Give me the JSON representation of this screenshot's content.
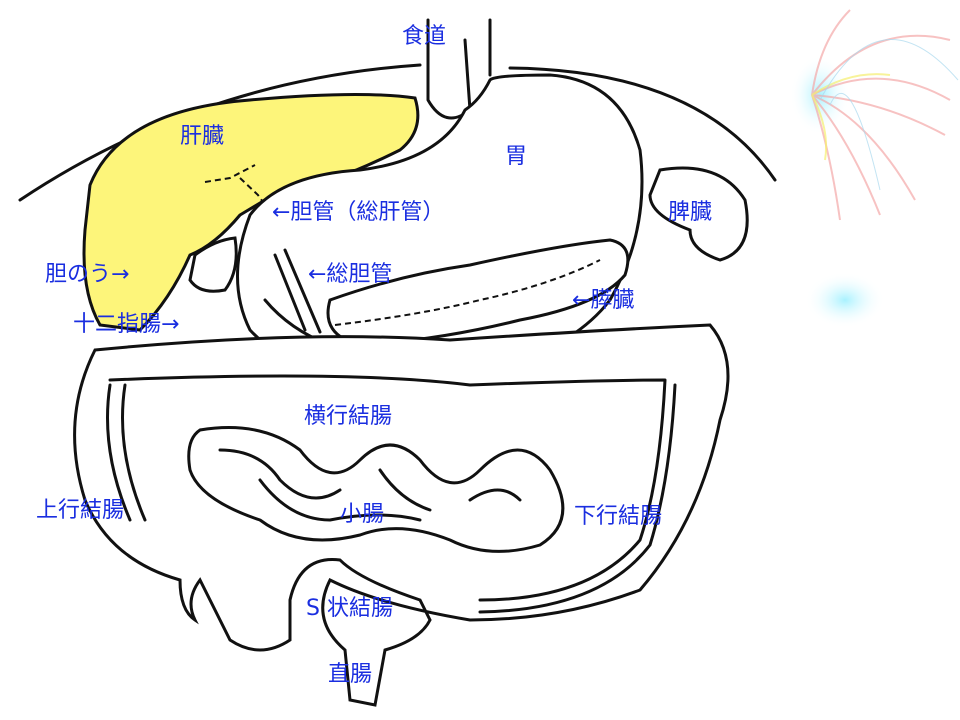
{
  "title": "消化器系",
  "labels": {
    "esophagus": "食道",
    "stomach": "胃",
    "liver": "肝臓",
    "spleen": "脾臓",
    "bile_duct": "←胆管（総肝管）",
    "gallbladder": "胆のう→",
    "common_bile_duct": "←総胆管",
    "pancreas": "←膵臓",
    "duodenum": "十二指腸→",
    "transverse_colon": "横行結腸",
    "ascending_colon": "上行結腸",
    "small_intestine": "小腸",
    "descending_colon": "下行結腸",
    "sigmoid_colon": "S 状結腸",
    "rectum": "直腸"
  },
  "colors": {
    "liver": "#fdf57a",
    "label": "#1a2ee0"
  }
}
